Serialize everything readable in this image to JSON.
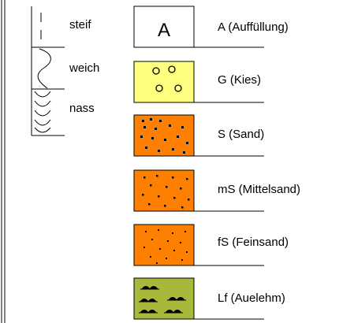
{
  "legend": {
    "consistency": [
      {
        "label": "steif"
      },
      {
        "label": "weich"
      },
      {
        "label": "nass"
      }
    ],
    "soils": [
      {
        "label": "A (Auffüllung)",
        "symbol": "A",
        "fill": "#ffffff",
        "pattern": "letter"
      },
      {
        "label": "G (Kies)",
        "fill": "#ffff80",
        "pattern": "circles"
      },
      {
        "label": "S (Sand)",
        "fill": "#ff8000",
        "pattern": "dots-large"
      },
      {
        "label": "mS (Mittelsand)",
        "fill": "#ff8000",
        "pattern": "dots-medium"
      },
      {
        "label": "fS (Feinsand)",
        "fill": "#ff8000",
        "pattern": "dots-small"
      },
      {
        "label": "Lf (Auelehm)",
        "fill": "#a8b83a",
        "pattern": "mounds"
      }
    ]
  }
}
